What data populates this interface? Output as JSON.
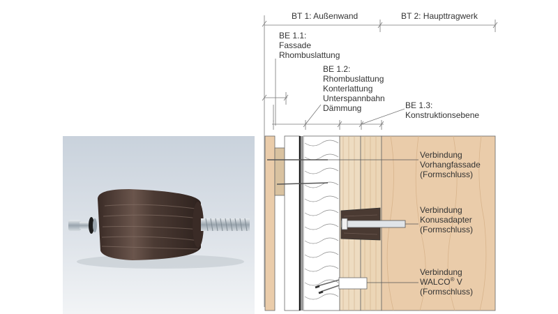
{
  "header": {
    "bt1": "BT 1: Außenwand",
    "bt2": "BT 2: Haupttragwerk"
  },
  "be11": {
    "title": "BE 1.1:",
    "lines": [
      "Fassade",
      "Rhombuslattung"
    ]
  },
  "be12": {
    "title": "BE 1.2:",
    "lines": [
      "Rhombuslattung",
      "Konterlattung",
      "Unterspannbahn",
      "Dämmung"
    ]
  },
  "be13": {
    "title": "BE 1.3:",
    "lines": [
      "Konstruktionsebene"
    ]
  },
  "callouts": [
    {
      "title": "Verbindung",
      "line2": "Vorhangfassade",
      "line3": "(Formschluss)"
    },
    {
      "title": "Verbindung",
      "line2": "Konusadapter",
      "line3": "(Formschluss)"
    },
    {
      "title": "Verbindung",
      "line2": "WALCO",
      "mark": "®",
      "line2b": " V",
      "line3": "(Formschluss)"
    }
  ],
  "colors": {
    "wood_dark": "#4a3a32",
    "wood_light": "#eaccaa",
    "batten": "#d9c2a0",
    "insulation": "#ffffff",
    "line": "#555555"
  },
  "icons": {
    "photo": "conus-adapter-photo"
  }
}
